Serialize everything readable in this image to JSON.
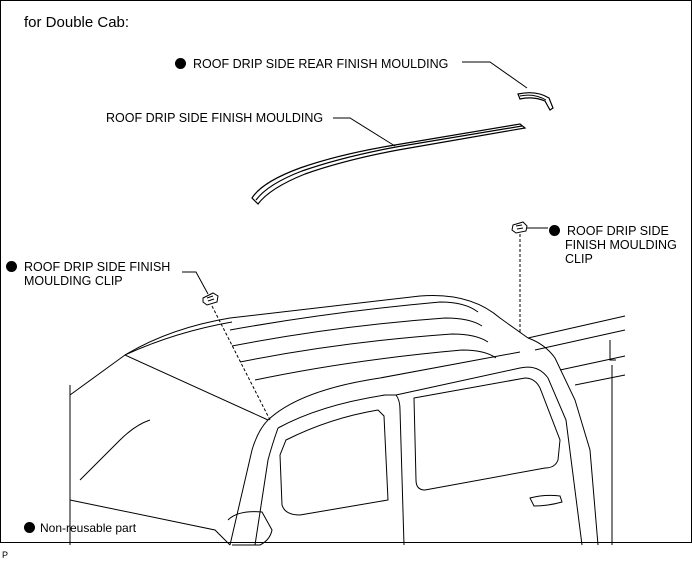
{
  "diagram": {
    "title": "for Double Cab:",
    "labels": {
      "rear_finish": "ROOF DRIP SIDE REAR FINISH MOULDING",
      "finish_moulding": "ROOF DRIP SIDE FINISH MOULDING",
      "clip_left_line1": "ROOF DRIP SIDE FINISH",
      "clip_left_line2": "MOULDING CLIP",
      "clip_right_line1": "ROOF DRIP SIDE",
      "clip_right_line2": "FINISH MOULDING",
      "clip_right_line3": "CLIP"
    },
    "legend": "Non-reusable part",
    "corner_mark": "P"
  }
}
